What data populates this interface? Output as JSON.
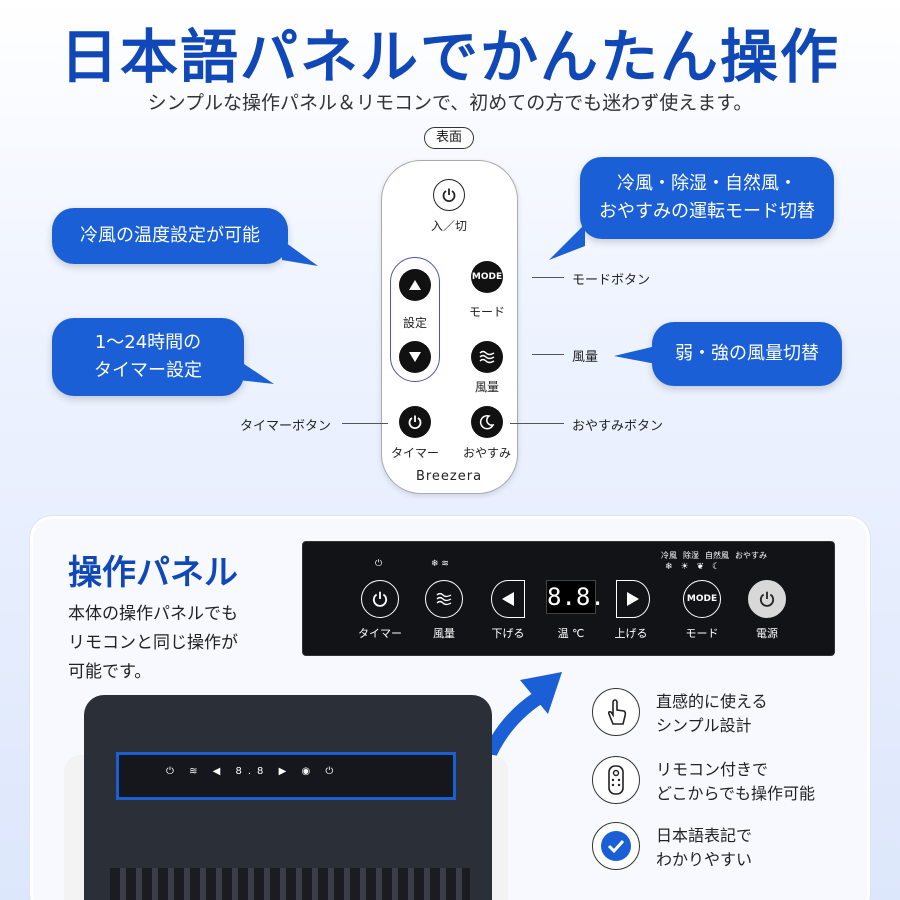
{
  "header": {
    "title": "日本語パネルでかんたん操作",
    "subtitle": "シンプルな操作パネル＆リモコンで、初めての方でも迷わず使えます。"
  },
  "remote": {
    "face_tag": "表面",
    "power_label": "入／切",
    "set_label": "設定",
    "mode_button_text": "MODE",
    "mode_label": "モード",
    "wind_label": "風量",
    "timer_label": "タイマー",
    "sleep_label": "おやすみ",
    "brand": "Breezera"
  },
  "callouts": {
    "mode_button": "モードボタン",
    "wind": "風量",
    "timer_button": "タイマーボタン",
    "sleep_button": "おやすみボタン"
  },
  "bubbles": {
    "temp": "冷風の温度設定が可能",
    "timer_l1": "1～24時間の",
    "timer_l2": "タイマー設定",
    "modes_l1": "冷風・除湿・自然風・",
    "modes_l2": "おやすみの運転モード切替",
    "wind": "弱・強の風量切替"
  },
  "panel_section": {
    "title": "操作パネル",
    "desc_l1": "本体の操作パネルでも",
    "desc_l2": "リモコンと同じ操作が",
    "desc_l3": "可能です。"
  },
  "control_panel": {
    "timer": "タイマー",
    "wind": "風量",
    "down": "下げる",
    "temp": "温 ℃",
    "display": "8.8.",
    "up": "上げる",
    "mode_text": "MODE",
    "mode": "モード",
    "power": "電源",
    "mode_names": [
      "冷風",
      "除湿",
      "自然風",
      "おやすみ"
    ]
  },
  "benefits": [
    {
      "icon": "tap-hand-icon",
      "l1": "直感的に使える",
      "l2": "シンプル設計"
    },
    {
      "icon": "remote-icon",
      "l1": "リモコン付きで",
      "l2": "どこからでも操作可能"
    },
    {
      "icon": "check-icon",
      "l1": "日本語表記で",
      "l2": "わかりやすい"
    }
  ],
  "colors": {
    "accent": "#1a5fd6",
    "title": "#1048b8",
    "panel": "#121317"
  }
}
